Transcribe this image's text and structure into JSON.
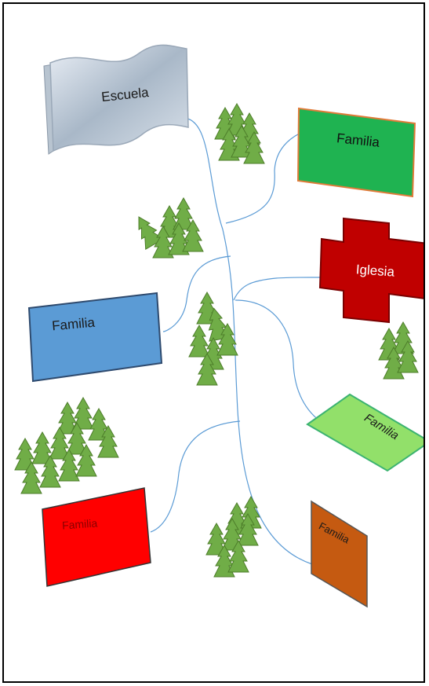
{
  "nodes": {
    "school": {
      "label": "Escuela"
    },
    "family_green": {
      "label": "Familia",
      "color": "#1fb351"
    },
    "church": {
      "label": "Iglesia",
      "color": "#c00000"
    },
    "family_blue": {
      "label": "Familia",
      "color": "#5b9bd5"
    },
    "family_lightgreen": {
      "label": "Familia",
      "color": "#92e06a"
    },
    "family_red": {
      "label": "Familia",
      "color": "#ff0000"
    },
    "family_orange": {
      "label": "Familia",
      "color": "#c55a11"
    }
  },
  "colors": {
    "tree": "#70ad47",
    "tree_dark": "#4d7d2a",
    "connector": "#5b9bd5"
  },
  "decoration": "tree-icon"
}
